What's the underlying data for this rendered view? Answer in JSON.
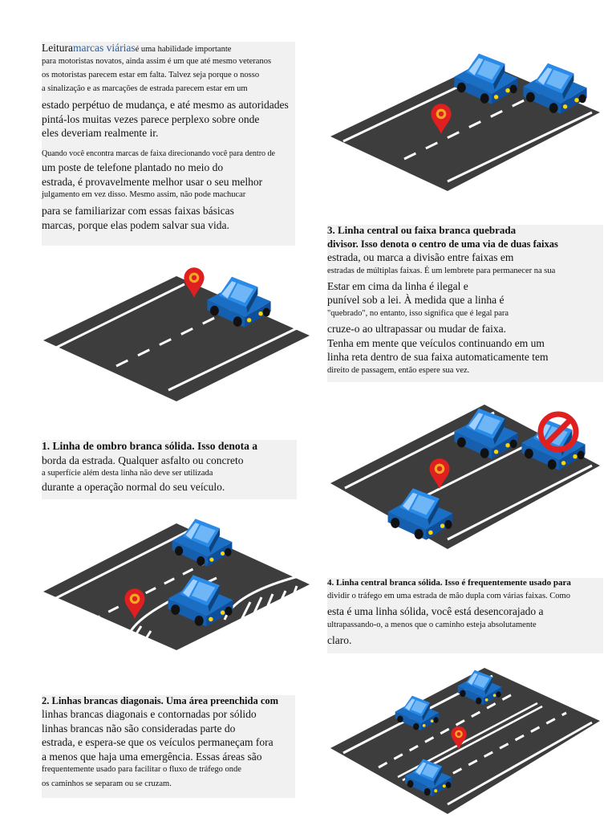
{
  "intro": {
    "lead": "Leitura",
    "highlight": "marcas viárias",
    "lines": [
      "é uma habilidade importante",
      "para motoristas novatos, ainda assim é um que até mesmo veteranos",
      "os motoristas parecem estar em falta. Talvez seja porque o nosso",
      "a sinalização e as marcações de estrada parecem estar em um",
      "estado perpétuo de mudança, e até mesmo as autoridades",
      "pintá-los muitas vezes parece perplexo sobre onde",
      "eles deveriam realmente ir.",
      "Quando você encontra marcas de faixa direcionando você para dentro de",
      "um poste de telefone plantado no meio do",
      "estrada, é provavelmente melhor usar o seu melhor",
      "julgamento em vez disso. Mesmo assim, não pode machucar",
      "para se familiarizar com essas faixas básicas",
      "marcas, porque elas podem salvar sua vida."
    ]
  },
  "section1": {
    "lines": [
      "1. Linha de ombro branca sólida. Isso denota a",
      "borda da estrada. Qualquer asfalto ou concreto",
      "a superfície além desta linha não deve ser utilizada",
      "durante a operação normal do seu veículo."
    ]
  },
  "section2": {
    "lines": [
      "2. Linhas brancas diagonais. Uma área preenchida com",
      "linhas brancas diagonais e contornadas por sólido",
      "linhas brancas não são consideradas parte do",
      "estrada, e espera-se que os veículos permaneçam fora",
      "a menos que haja uma emergência. Essas áreas são",
      "frequentemente usado para facilitar o fluxo de tráfego onde",
      "os caminhos se separam ou se cruzam."
    ]
  },
  "section3": {
    "lines": [
      "3. Linha central ou faixa branca quebrada",
      "divisor. Isso denota o centro de uma via de duas faixas",
      "estrada, ou marca a divisão entre faixas em",
      "estradas de múltiplas faixas. É um lembrete para permanecer na sua",
      "Estar em cima da linha é ilegal e",
      "punível sob a lei. À medida que a linha é",
      "\"quebrado\", no entanto, isso significa que é legal para",
      "cruze-o ao ultrapassar ou mudar de faixa.",
      "Tenha em mente que veículos continuando em um",
      "linha reta dentro de sua faixa automaticamente tem",
      "direito de passagem, então espere sua vez."
    ]
  },
  "section4": {
    "lines": [
      "4. Linha central branca sólida. Isso é frequentemente usado para",
      "dividir o tráfego em uma estrada de mão dupla com várias faixas. Como",
      "esta é uma linha sólida, você está desencorajado a",
      "ultrapassando-o, a menos que o caminho esteja absolutamente",
      "claro."
    ]
  },
  "illustrations": {
    "i1": "road-broken-line-illustration",
    "i2": "road-shoulder-line-illustration",
    "i3": "road-diagonal-lines-illustration",
    "i4": "road-passing-prohibited-illustration",
    "i5": "road-multilane-illustration"
  },
  "colors": {
    "asphalt": "#3d3d3d",
    "car": "#1e7fd8",
    "car_dark": "#0f4e9a",
    "pin": "#e02020",
    "highlight": "#2a5d9f"
  }
}
